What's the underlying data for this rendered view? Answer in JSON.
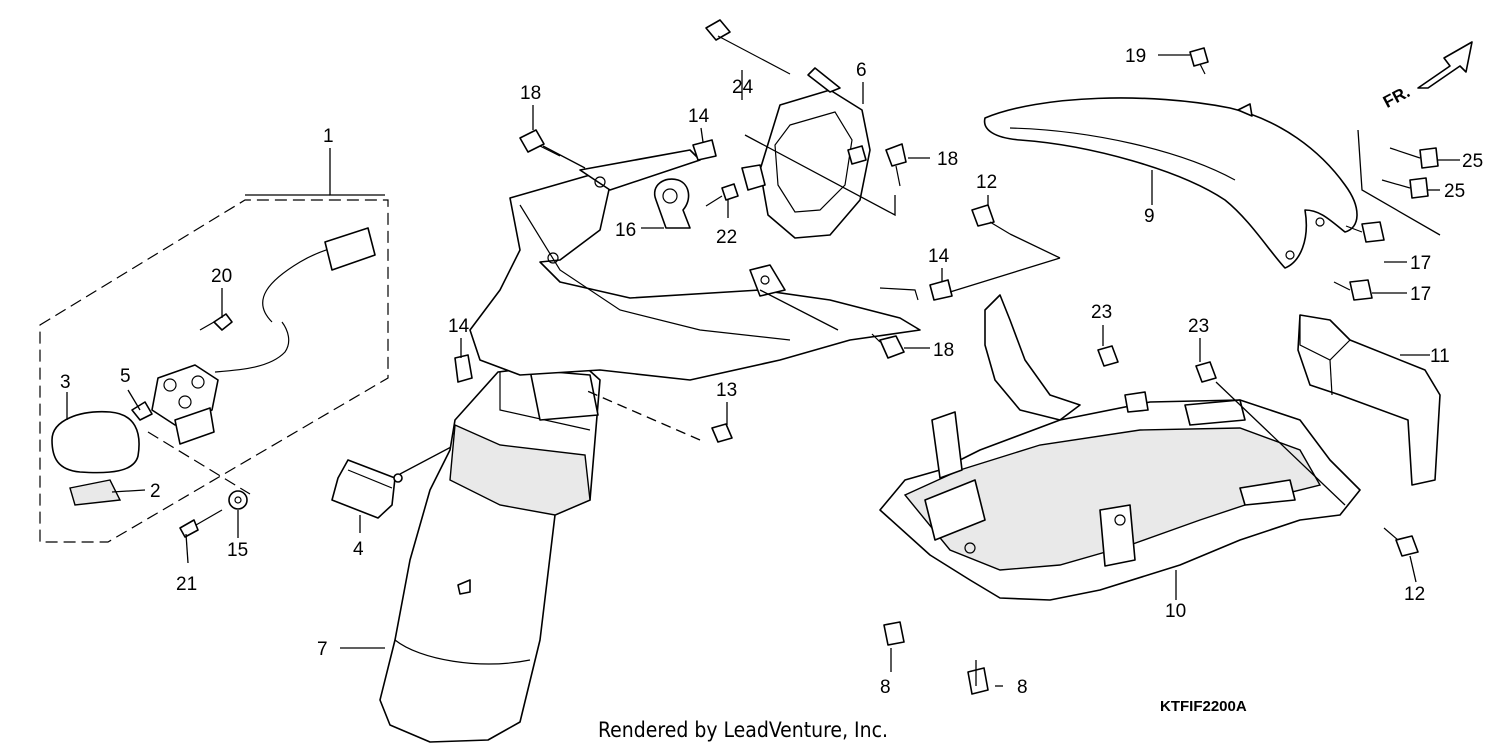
{
  "diagram": {
    "callouts": [
      "1",
      "2",
      "3",
      "4",
      "5",
      "6",
      "7",
      "8",
      "8",
      "9",
      "10",
      "11",
      "12",
      "12",
      "13",
      "14",
      "14",
      "14",
      "15",
      "16",
      "17",
      "17",
      "18",
      "18",
      "18",
      "19",
      "20",
      "21",
      "22",
      "23",
      "23",
      "24",
      "25",
      "25"
    ],
    "direction_label": "FR.",
    "diagram_code": "KTFIF2200A",
    "credit": "Rendered by LeadVenture, Inc."
  }
}
